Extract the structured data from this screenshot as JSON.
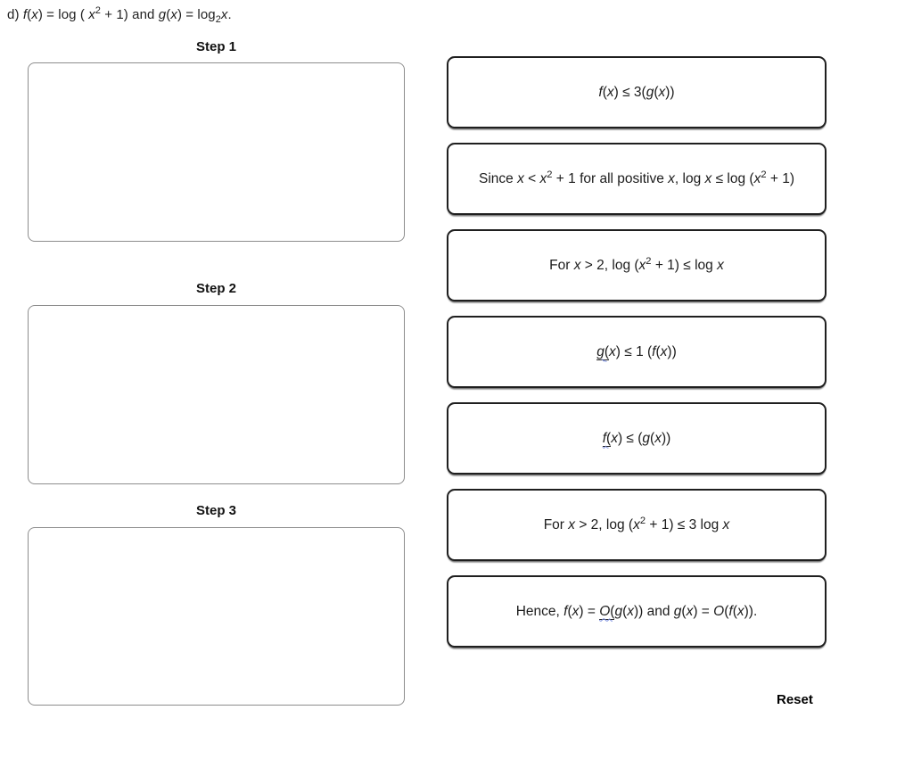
{
  "header": {
    "segments": [
      {
        "t": "d) "
      },
      {
        "t": "f",
        "s": "i"
      },
      {
        "t": "("
      },
      {
        "t": "x",
        "s": "i"
      },
      {
        "t": ") =  log ( "
      },
      {
        "t": "x",
        "s": "i"
      },
      {
        "t": "2",
        "s": "sup"
      },
      {
        "t": " + 1) and "
      },
      {
        "t": "g",
        "s": "i"
      },
      {
        "t": "("
      },
      {
        "t": "x",
        "s": "i"
      },
      {
        "t": ") = log"
      },
      {
        "t": "2",
        "s": "sub"
      },
      {
        "t": "x",
        "s": "i"
      },
      {
        "t": "."
      }
    ]
  },
  "steps": [
    {
      "label": "Step 1"
    },
    {
      "label": "Step 2"
    },
    {
      "label": "Step 3"
    }
  ],
  "cards": [
    {
      "segments": [
        {
          "t": "f",
          "s": "i"
        },
        {
          "t": "("
        },
        {
          "t": "x",
          "s": "i"
        },
        {
          "t": ") ≤ 3("
        },
        {
          "t": "g",
          "s": "i"
        },
        {
          "t": "("
        },
        {
          "t": "x",
          "s": "i"
        },
        {
          "t": "))"
        }
      ]
    },
    {
      "segments": [
        {
          "t": "Since "
        },
        {
          "t": "x",
          "s": "i"
        },
        {
          "t": " < "
        },
        {
          "t": "x",
          "s": "i"
        },
        {
          "t": "2",
          "s": "sup"
        },
        {
          "t": " + 1 for all positive "
        },
        {
          "t": "x",
          "s": "i"
        },
        {
          "t": ", log "
        },
        {
          "t": "x",
          "s": "i"
        },
        {
          "t": " ≤ log ("
        },
        {
          "t": "x",
          "s": "i"
        },
        {
          "t": "2",
          "s": "sup"
        },
        {
          "t": " + 1)"
        }
      ]
    },
    {
      "segments": [
        {
          "t": "For "
        },
        {
          "t": "x",
          "s": "i"
        },
        {
          "t": " > 2, log ("
        },
        {
          "t": "x",
          "s": "i"
        },
        {
          "t": "2",
          "s": "sup"
        },
        {
          "t": " + 1) ≤ log "
        },
        {
          "t": "x",
          "s": "i"
        }
      ]
    },
    {
      "segments": [
        {
          "t": "g",
          "s": "iu"
        },
        {
          "t": "(",
          "s": "u"
        },
        {
          "t": "x",
          "s": "i"
        },
        {
          "t": ") ≤ 1 ("
        },
        {
          "t": "f",
          "s": "i"
        },
        {
          "t": "("
        },
        {
          "t": "x",
          "s": "i"
        },
        {
          "t": "))"
        }
      ]
    },
    {
      "segments": [
        {
          "t": "f",
          "s": "iu"
        },
        {
          "t": "(",
          "s": "u"
        },
        {
          "t": "x",
          "s": "i"
        },
        {
          "t": ") ≤ ("
        },
        {
          "t": "g",
          "s": "i"
        },
        {
          "t": "("
        },
        {
          "t": "x",
          "s": "i"
        },
        {
          "t": "))"
        }
      ]
    },
    {
      "segments": [
        {
          "t": "For "
        },
        {
          "t": "x",
          "s": "i"
        },
        {
          "t": " > 2, log ("
        },
        {
          "t": "x",
          "s": "i"
        },
        {
          "t": "2",
          "s": "sup"
        },
        {
          "t": " + 1) ≤ 3 log "
        },
        {
          "t": "x",
          "s": "i"
        }
      ]
    },
    {
      "segments": [
        {
          "t": "Hence, "
        },
        {
          "t": "f",
          "s": "i"
        },
        {
          "t": "("
        },
        {
          "t": "x",
          "s": "i"
        },
        {
          "t": ") = "
        },
        {
          "t": "O",
          "s": "iu"
        },
        {
          "t": "(",
          "s": "u"
        },
        {
          "t": "g",
          "s": "i"
        },
        {
          "t": "("
        },
        {
          "t": "x",
          "s": "i"
        },
        {
          "t": ")) and "
        },
        {
          "t": "g",
          "s": "i"
        },
        {
          "t": "("
        },
        {
          "t": "x",
          "s": "i"
        },
        {
          "t": ") = "
        },
        {
          "t": "O",
          "s": "i"
        },
        {
          "t": "("
        },
        {
          "t": "f",
          "s": "i"
        },
        {
          "t": "("
        },
        {
          "t": "x",
          "s": "i"
        },
        {
          "t": "))."
        }
      ]
    }
  ],
  "reset_label": "Reset",
  "colors": {
    "card_border": "#1f1f1f",
    "dropzone_border": "#8d8d8d",
    "text": "#1b1b1b",
    "underline_wavy_blue": "#7b8fe0"
  }
}
